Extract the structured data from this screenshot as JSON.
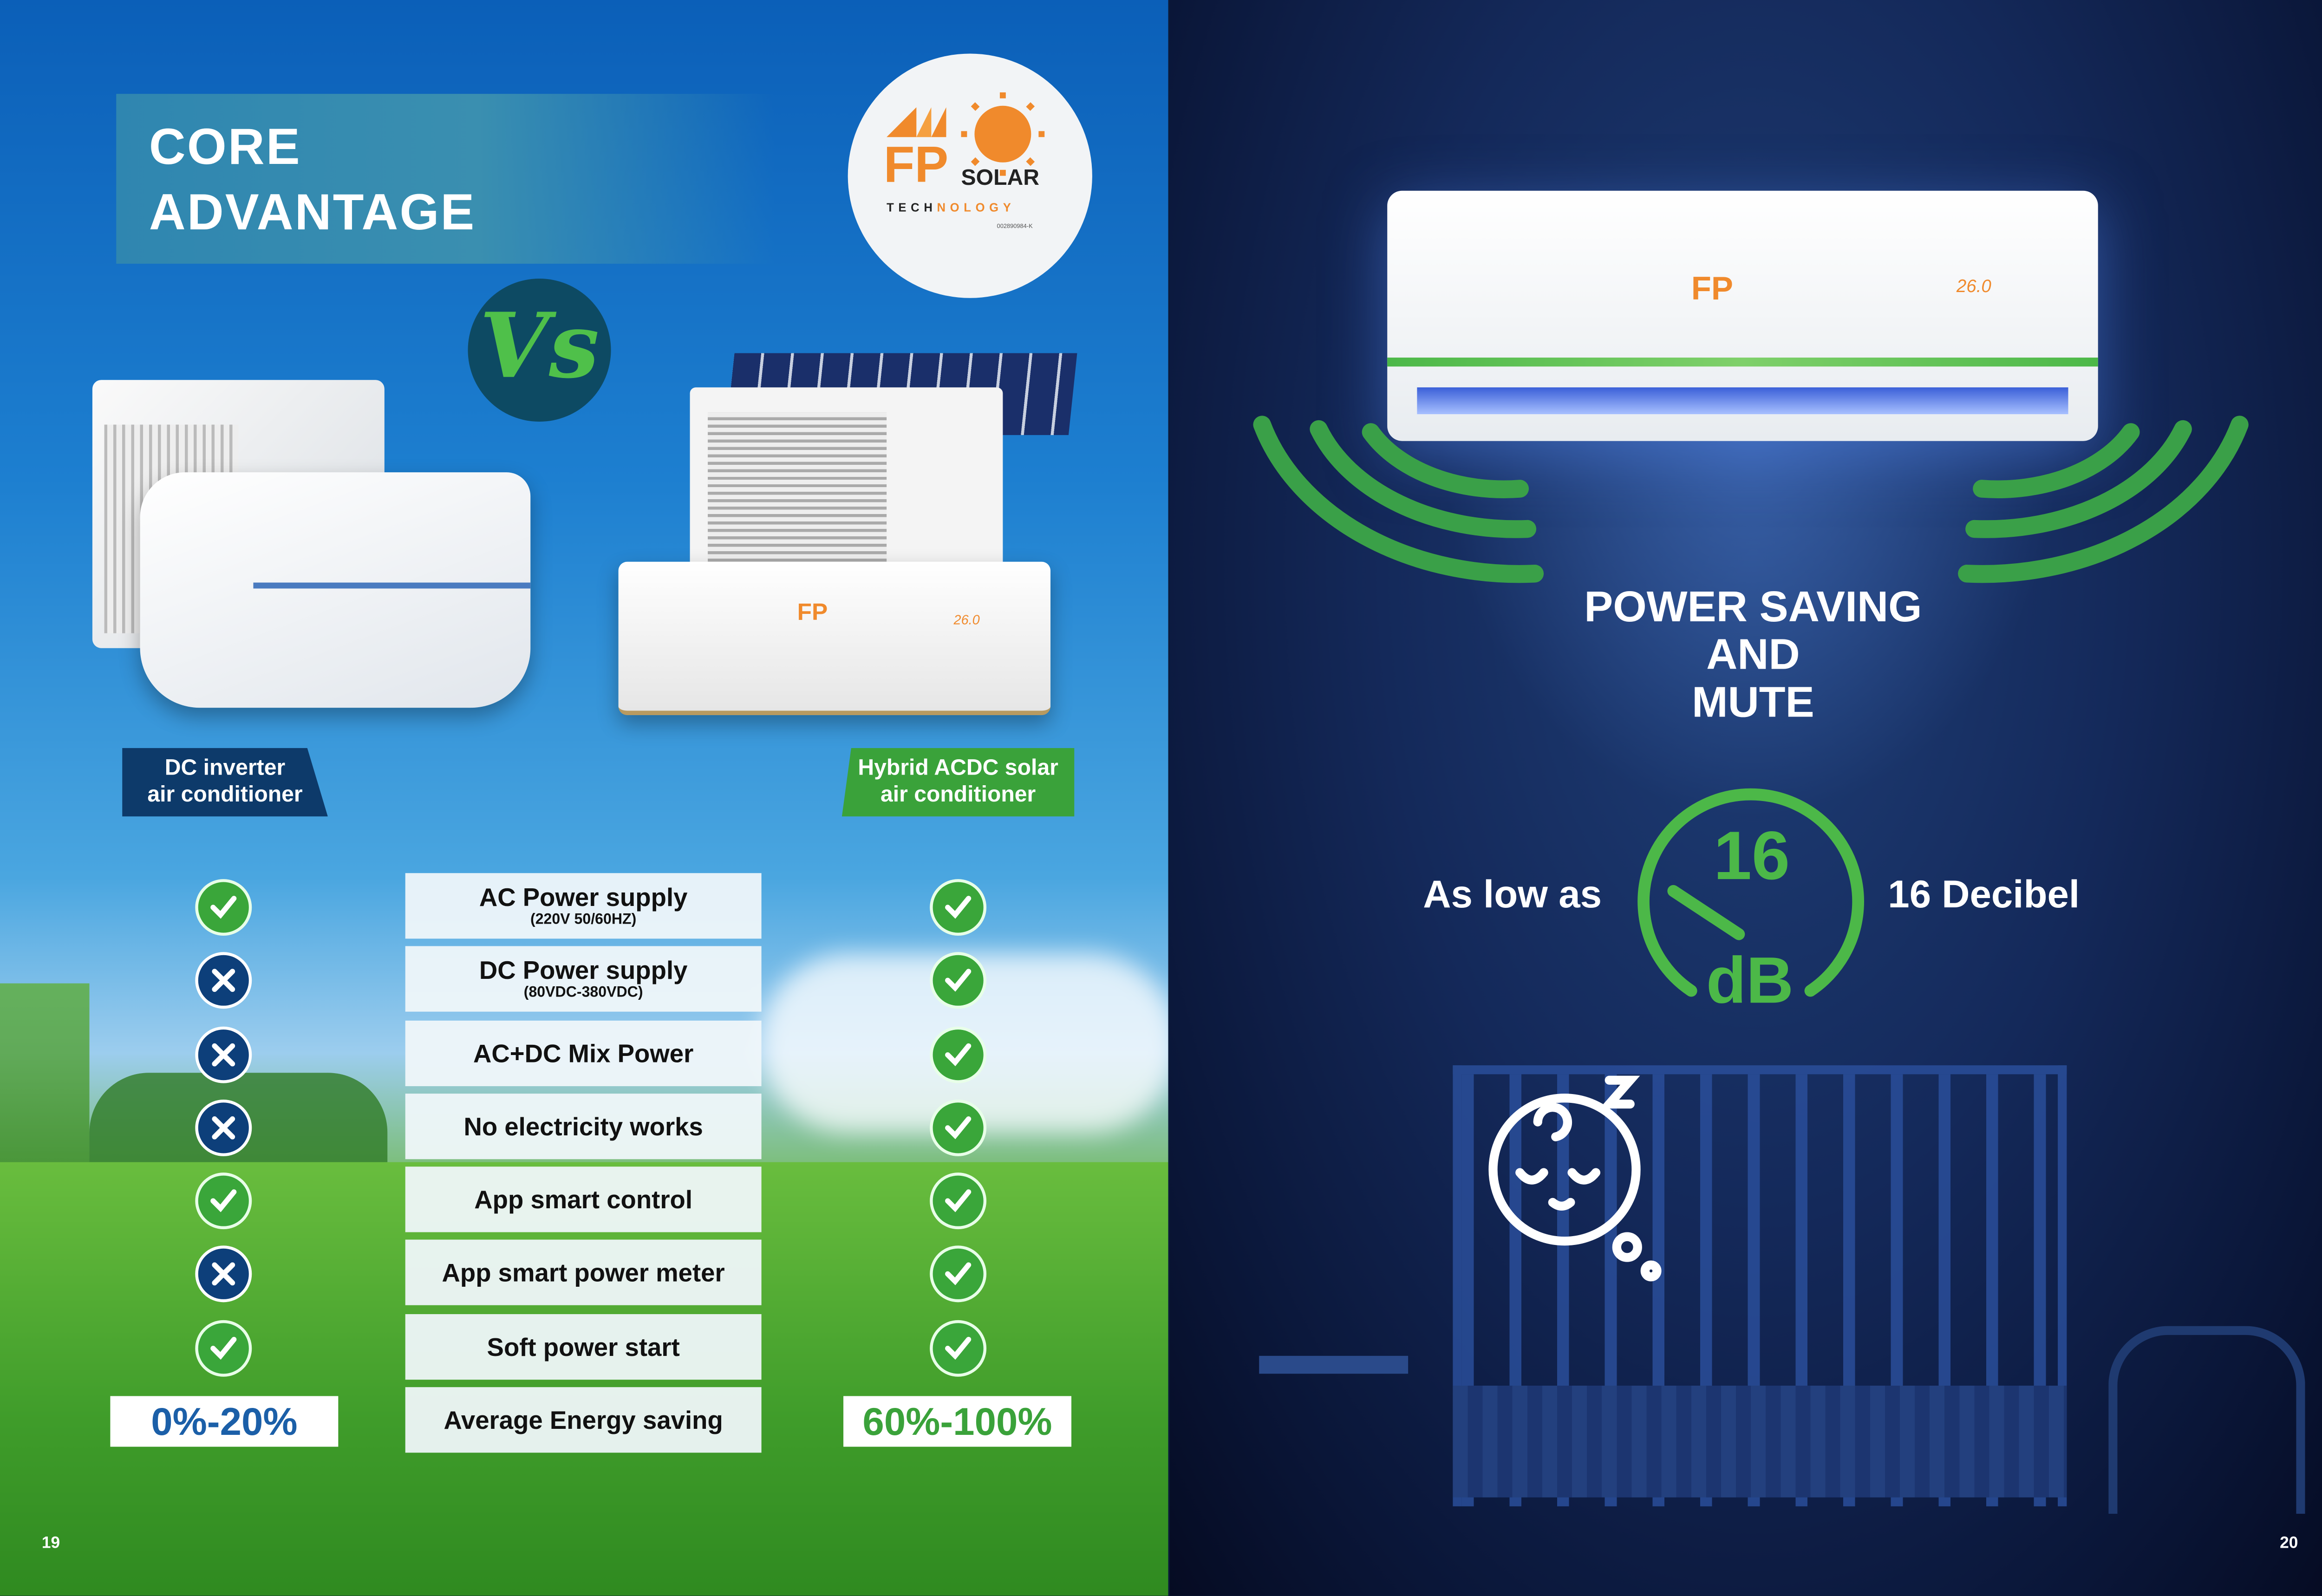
{
  "left_page": {
    "title_line1": "CORE",
    "title_line2": "ADVANTAGE",
    "logo": {
      "brand": "FP",
      "word": "SOLAR",
      "tagline_dark": "TECH",
      "tagline_orange": "NOLOGY",
      "reg_no": "002890984-K"
    },
    "vs_label": "Vs",
    "products": {
      "left_label_line1": "DC inverter",
      "left_label_line2": "air conditioner",
      "right_label_line1": "Hybrid ACDC solar",
      "right_label_line2": "air conditioner"
    },
    "features": [
      {
        "label": "AC Power supply",
        "sub": "(220V 50/60HZ)",
        "dc_inverter": "check",
        "hybrid": "check"
      },
      {
        "label": "DC Power supply",
        "sub": "(80VDC-380VDC)",
        "dc_inverter": "cross",
        "hybrid": "check"
      },
      {
        "label": "AC+DC Mix Power",
        "sub": "",
        "dc_inverter": "cross",
        "hybrid": "check"
      },
      {
        "label": "No electricity works",
        "sub": "",
        "dc_inverter": "cross",
        "hybrid": "check"
      },
      {
        "label": "App smart control",
        "sub": "",
        "dc_inverter": "check",
        "hybrid": "check"
      },
      {
        "label": "App smart power meter",
        "sub": "",
        "dc_inverter": "cross",
        "hybrid": "check"
      },
      {
        "label": "Soft power start",
        "sub": "",
        "dc_inverter": "check",
        "hybrid": "check"
      }
    ],
    "energy_row_label": "Average Energy saving",
    "energy_left": "0%-20%",
    "energy_right": "60%-100%",
    "page_number": "19",
    "unit_display": "26.0"
  },
  "right_page": {
    "title_line1": "POWER SAVING",
    "title_line2": "AND",
    "title_line3": "MUTE",
    "left_caption": "As low as",
    "gauge_value": "16",
    "gauge_unit": "dB",
    "right_caption": "16 Decibel",
    "page_number": "20",
    "unit_display": "26.0"
  },
  "colors": {
    "green": "#4cb848",
    "orange": "#f08a2c",
    "navy": "#0d3a6a",
    "blue_text": "#1b5fa8"
  }
}
